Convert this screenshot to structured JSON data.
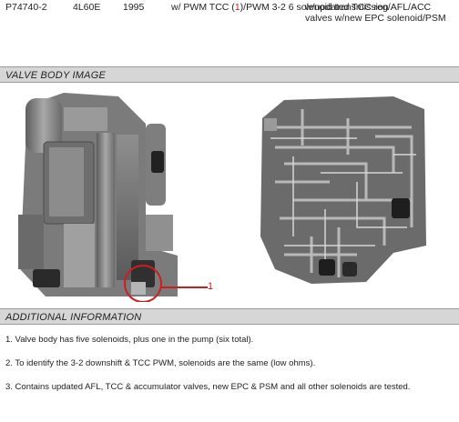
{
  "header": {
    "part_number": "P74740-2",
    "transmission": "4L60E",
    "year": "1995",
    "description_prefix": "w/ PWM TCC (",
    "description_highlight": "1",
    "description_suffix": ")/PWM 3-2 6 solenoid transmission",
    "notes": "w/updated TCC reg/AFL/ACC valves w/new EPC solenoid/PSM"
  },
  "valve_body_section": {
    "title": "VALVE BODY IMAGE",
    "callout_label": "1"
  },
  "additional_section": {
    "title": "ADDITIONAL INFORMATION",
    "items": [
      "1. Valve body has five solenoids, plus one in the pump (six total).",
      "2. To identify the 3-2 downshift & TCC PWM, solenoids are the same (low ohms).",
      "3. Contains updated AFL, TCC & accumulator valves, new EPC & PSM and all other solenoids are tested."
    ]
  },
  "colors": {
    "callout": "#cc1e1e",
    "section_bar": "#d6d6d6"
  }
}
